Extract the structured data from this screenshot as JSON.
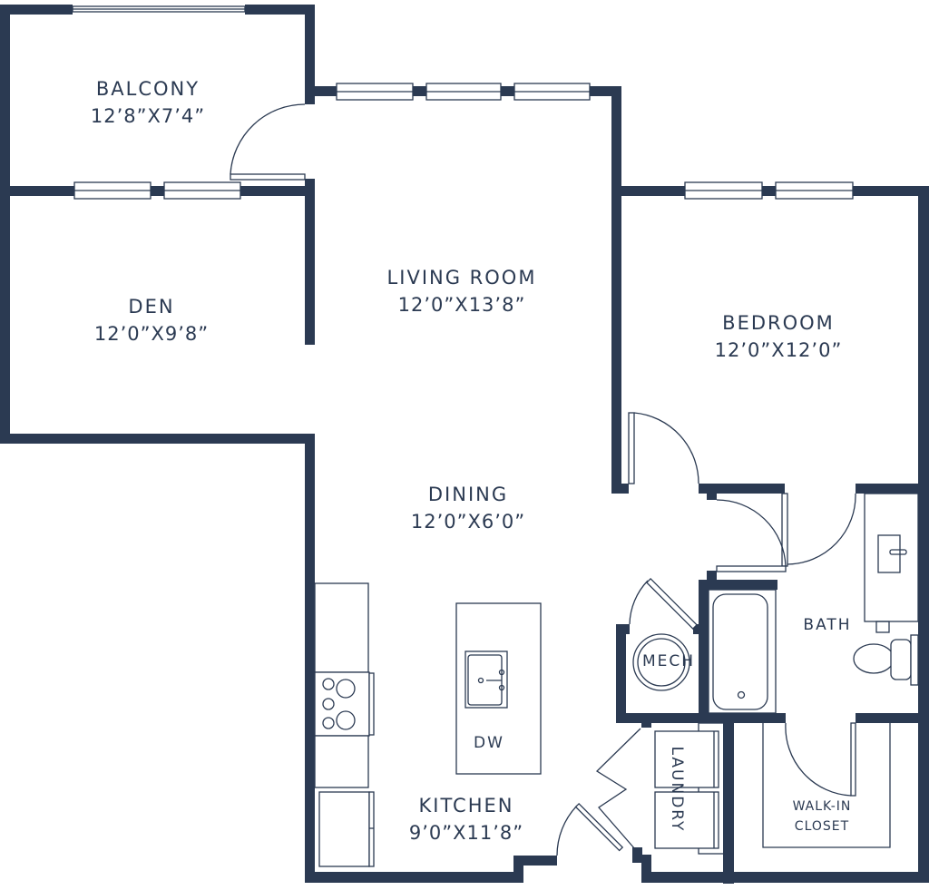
{
  "plan": {
    "wall_color": "#2b3a52",
    "background": "#ffffff"
  },
  "rooms": {
    "balcony": {
      "name": "BALCONY",
      "dims": "12’8”X7’4”"
    },
    "den": {
      "name": "DEN",
      "dims": "12’0”X9’8”"
    },
    "living": {
      "name": "LIVING ROOM",
      "dims": "12’0”X13’8”"
    },
    "bedroom": {
      "name": "BEDROOM",
      "dims": "12’0”X12’0”"
    },
    "dining": {
      "name": "DINING",
      "dims": "12’0”X6’0”"
    },
    "kitchen": {
      "name": "KITCHEN",
      "dims": "9’0”X11’8”"
    },
    "bath": {
      "name": "BATH"
    },
    "mech": {
      "name": "MECH"
    },
    "laundry": {
      "name": "LAUNDRY"
    },
    "closet": {
      "name_line1": "WALK-IN",
      "name_line2": "CLOSET"
    }
  },
  "fixtures": {
    "dishwasher": "DW"
  }
}
